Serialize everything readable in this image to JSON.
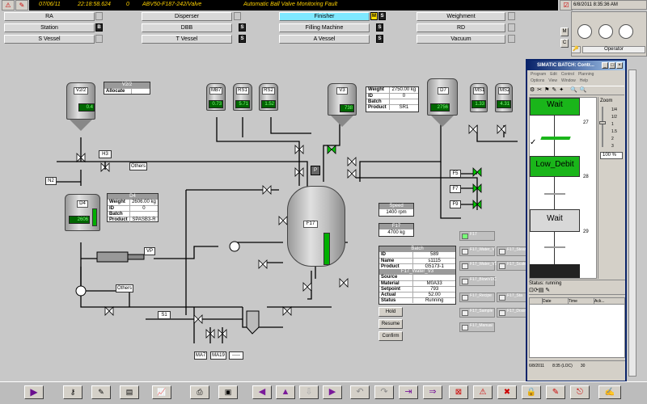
{
  "alarm": {
    "date": "07/06/11",
    "time": "22:18:58.624",
    "count": "0",
    "tag": "ABV50-F187-242/Valve",
    "message": "Automatic Ball Valve Monitoring Fault"
  },
  "clock": "6/8/2011 8:35:36 AM",
  "areas": [
    {
      "label": "RA",
      "status": ""
    },
    {
      "label": "Station",
      "status": "B"
    },
    {
      "label": "S Vessel",
      "status": ""
    },
    {
      "label": "Disperser",
      "status": ""
    },
    {
      "label": "DBB",
      "status": "S"
    },
    {
      "label": "T Vessel",
      "status": "S"
    },
    {
      "label": "Finisher",
      "status": "M S"
    },
    {
      "label": "Filling Machine",
      "status": "S"
    },
    {
      "label": "A Vessel",
      "status": "S"
    },
    {
      "label": "Weighment",
      "status": ""
    },
    {
      "label": "RD",
      "status": ""
    },
    {
      "label": "Vacuum",
      "status": ""
    }
  ],
  "panel": {
    "m": "M",
    "c": "C",
    "user": "Operator"
  },
  "tanks": {
    "v22": {
      "label": "V2/2",
      "value": "0.4"
    },
    "v22_allocate": "Allocate",
    "v22_head": "V2/2",
    "mb7": {
      "label": "MB7",
      "value": "0.73"
    },
    "rs1": {
      "label": "RS1",
      "value": "5.71"
    },
    "rs2": {
      "label": "RS2",
      "value": "1.52"
    },
    "v3": {
      "label": "V3",
      "value": "738"
    },
    "d7": {
      "label": "D7",
      "value": "2756"
    },
    "ms1": {
      "label": "MS1",
      "value": "1.33"
    },
    "ms2": {
      "label": "MS2",
      "value": "4.31"
    },
    "d4": {
      "label": "D4",
      "value": "2606"
    },
    "f17": {
      "label": "F17"
    }
  },
  "labels": {
    "n2": "N2",
    "h3": "H3",
    "others1": "Others",
    "others2": "Others",
    "p": "P",
    "s1": "S1",
    "f5": "F5",
    "f7": "F7",
    "f9": "F9",
    "vp": "VP",
    "ma7": "MA7",
    "ma19": "MA19",
    "dash": "-----"
  },
  "v3info": {
    "rows": [
      {
        "k": "Weight",
        "v": "2750.00 kg"
      },
      {
        "k": "ID",
        "v": "0"
      },
      {
        "k": "Batch",
        "v": ""
      },
      {
        "k": "Product",
        "v": "SR1"
      }
    ]
  },
  "d4info": {
    "head": "D4",
    "rows": [
      {
        "k": "Weight",
        "v": "2606.00 kg"
      },
      {
        "k": "ID",
        "v": "0"
      },
      {
        "k": "Batch",
        "v": ""
      },
      {
        "k": "Product",
        "v": "SPASB3-R"
      }
    ]
  },
  "speed": {
    "head": "Speed",
    "value": "1400 rpm"
  },
  "f17w": {
    "head": "F17",
    "value": "4700 kg"
  },
  "batch": {
    "head": "Batch",
    "rows": [
      {
        "k": "ID",
        "v": "589"
      },
      {
        "k": "Name",
        "v": "s1115"
      },
      {
        "k": "Product",
        "v": "G5173-1"
      }
    ],
    "sub": "F17_Water_V3",
    "rows2": [
      {
        "k": "Source",
        "v": ""
      },
      {
        "k": "Material",
        "v": "M0A33"
      },
      {
        "k": "Setpoint",
        "v": "793"
      },
      {
        "k": "Actual",
        "v": "52.00"
      },
      {
        "k": "Status",
        "v": "Running"
      }
    ]
  },
  "buttons": {
    "hold": "Hold",
    "resume": "Resume",
    "confirm": "Confirm"
  },
  "groups": [
    "F17",
    "F17_Water_V",
    "F17_Steam",
    "F17_Water_VS",
    "F17_Scales",
    "F17_BlowVDC",
    "F17_Recipe",
    "F17_Sta",
    "F17_Sample",
    "F17_Dosin",
    "F17_Manual"
  ],
  "batchwin": {
    "title": "SIMATIC BATCH: Contr...",
    "menu": [
      "Program",
      "Edit",
      "Control",
      "Planning"
    ],
    "menu2": [
      "Options",
      "View",
      "Window",
      "Help"
    ],
    "zoom": "Zoom",
    "zoomval": "100 %",
    "zoomlevels": [
      "1/4",
      "1/2",
      "1",
      "1.5",
      "2",
      "3"
    ],
    "steps": [
      {
        "label": "Wait",
        "num": "27"
      },
      {
        "label": "Low_Debit",
        "num": "28"
      },
      {
        "label": "Wait",
        "num": "29"
      }
    ],
    "status": "Status: running",
    "cols": [
      "",
      "Date",
      "Time",
      "Ack..."
    ],
    "footer_date": "6/8/2011",
    "footer_time": "8:35 (LOC)",
    "footer_num": "30"
  }
}
